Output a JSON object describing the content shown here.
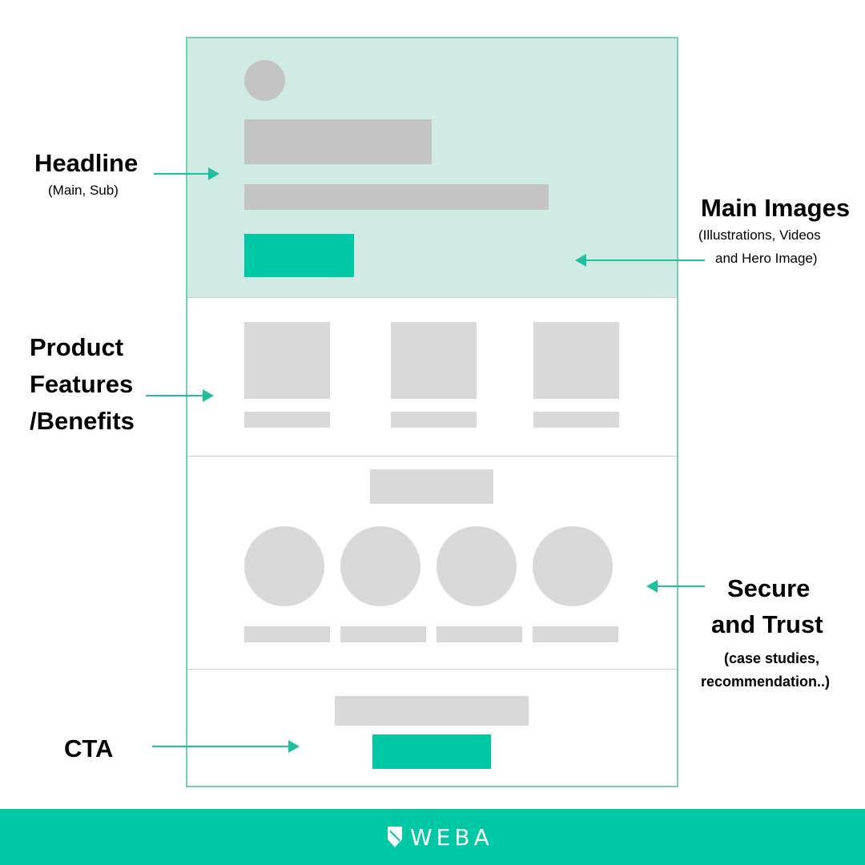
{
  "annotations": {
    "headline": {
      "title": "Headline",
      "subtitle": "(Main, Sub)"
    },
    "main_images": {
      "title": "Main Images",
      "subtitle_line1": "(Illustrations, Videos",
      "subtitle_line2": "and Hero Image)"
    },
    "features": {
      "line1": "Product",
      "line2": "Features",
      "line3": "/Benefits"
    },
    "trust": {
      "line1": "Secure",
      "line2": "and Trust",
      "subtitle_line1": "(case studies,",
      "subtitle_line2": "recommendation..)"
    },
    "cta": {
      "title": "CTA"
    }
  },
  "footer": {
    "brand": "WEBA"
  },
  "colors": {
    "accent": "#00c7a4",
    "hero_bg": "#d0ebe4",
    "frame_border": "#7ccbb4",
    "placeholder": "#d9d9d9"
  },
  "icons": {
    "logo": "weba-logo-icon"
  }
}
